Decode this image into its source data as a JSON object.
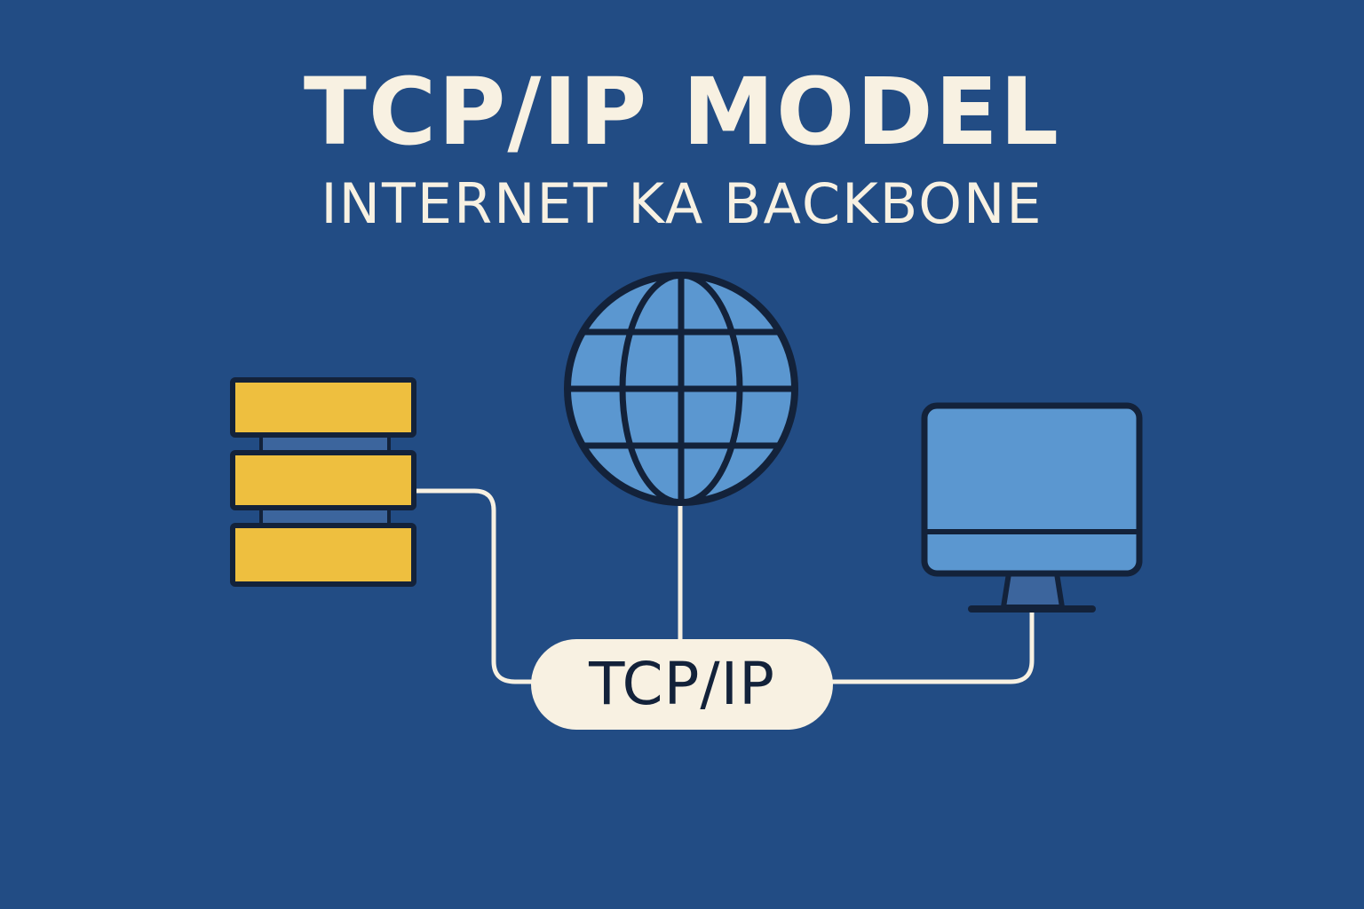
{
  "header": {
    "title": "TCP/IP MODEL",
    "subtitle": "INTERNET KA BACKBONE"
  },
  "diagram": {
    "nodes": [
      {
        "id": "server",
        "icon": "server-stack-icon"
      },
      {
        "id": "internet",
        "icon": "globe-icon"
      },
      {
        "id": "client",
        "icon": "desktop-monitor-icon"
      }
    ],
    "hub_label": "TCP/IP"
  },
  "colors": {
    "background": "#224c84",
    "text_light": "#f8f1e2",
    "outline": "#13223a",
    "server_yellow": "#eebf3f",
    "icon_blue": "#5b97d0",
    "connector": "#f8f1e2",
    "pill_fill": "#f8f1e2"
  }
}
